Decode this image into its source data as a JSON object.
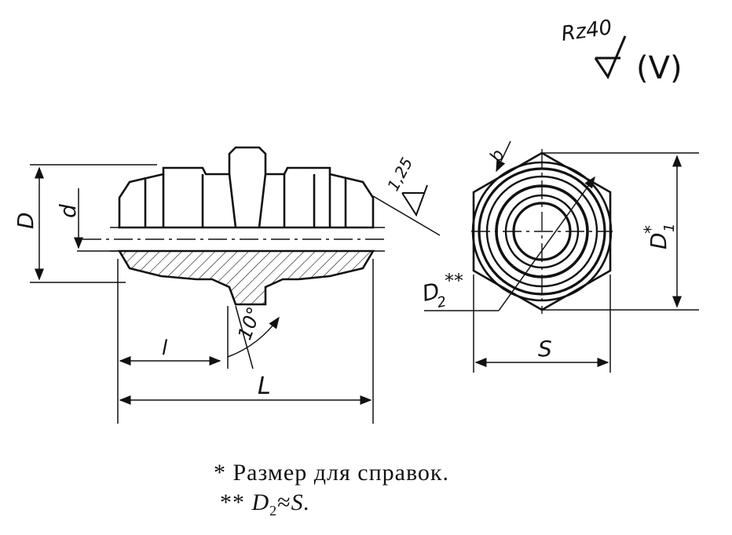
{
  "roughness": {
    "label": "Rz40",
    "note": "(V)"
  },
  "side_view": {
    "dim_D": "D",
    "dim_d": "d",
    "dim_l": "l",
    "dim_L": "L",
    "angle": "10°",
    "chamfer": "1,25"
  },
  "end_view": {
    "dim_S": "S",
    "dim_D1": "D",
    "dim_D1_sub": "1",
    "dim_D1_mark": "*",
    "dim_D2": "D",
    "dim_D2_sub": "2",
    "dim_D2_mark": "**",
    "dim_b": "b"
  },
  "notes": {
    "line1": "* Размер для справок.",
    "line2_prefix": "** ",
    "line2_D": "D",
    "line2_sub": "2",
    "line2_rest": "≈",
    "line2_S": "S."
  }
}
